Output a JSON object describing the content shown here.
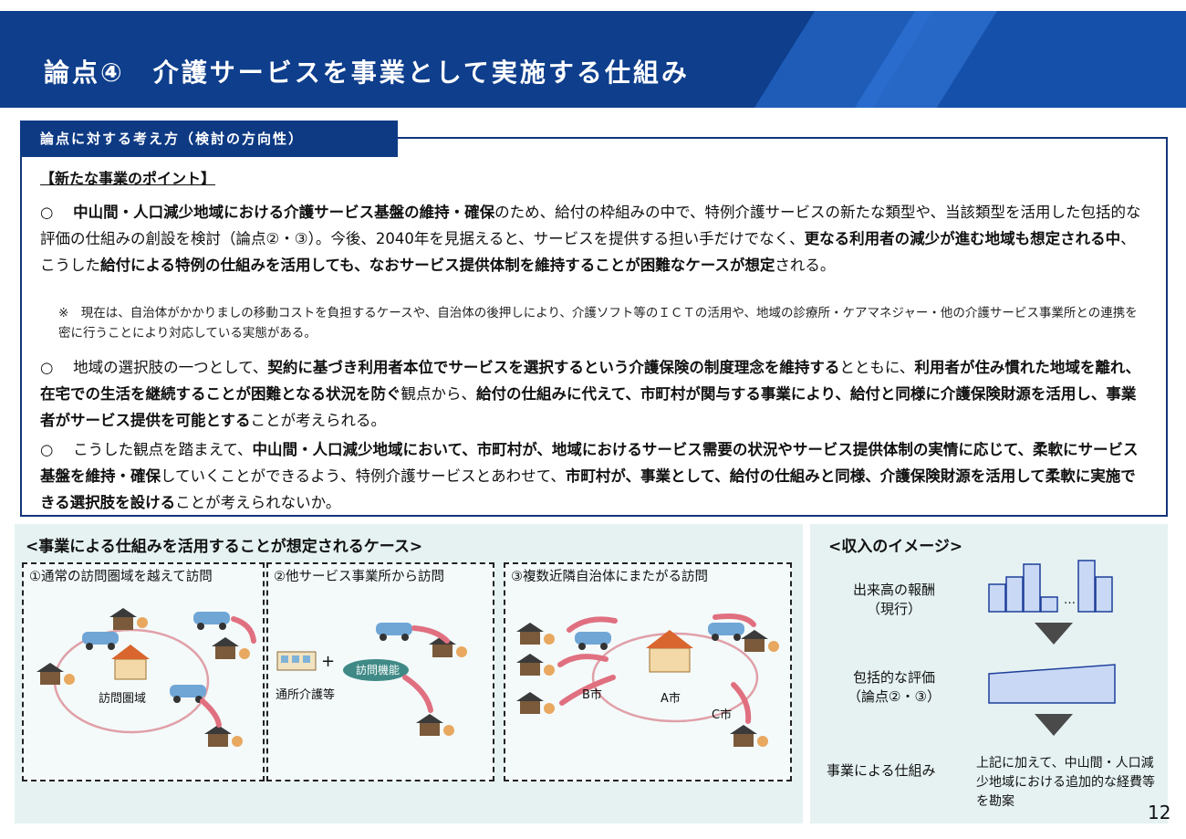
{
  "header": {
    "title": "論点④　介護サービスを事業として実施する仕組み"
  },
  "direction": {
    "tab_label": "論点に対する考え方（検討の方向性）",
    "point_heading": "【新たな事業のポイント】",
    "p1": {
      "bullet": "○",
      "t1": "中山間・人口減少地域における介護サービス基盤の維持・確保",
      "t2": "のため、給付の枠組みの中で、特例介護サービスの新たな類型や、当該類型を活用した包括的な評価の仕組みの創設を検討（論点②・③）。今後、2040年を見据えると、サービスを提供する担い手だけでなく、",
      "t3": "更なる利用者の減少が進む地域も想定される中",
      "t4": "、こうした",
      "t5": "給付による特例の仕組みを活用しても、なおサービス提供体制を維持することが困難なケースが想定",
      "t6": "される。"
    },
    "note": "※　現在は、自治体がかかりましの移動コストを負担するケースや、自治体の後押しにより、介護ソフト等のＩＣＴの活用や、地域の診療所・ケアマネジャー・他の介護サービス事業所との連携を密に行うことにより対応している実態がある。",
    "p2": {
      "bullet": "○",
      "t1": "地域の選択肢の一つとして、",
      "t2": "契約に基づき利用者本位でサービスを選択するという介護保険の制度理念を維持する",
      "t3": "とともに、",
      "t4": "利用者が住み慣れた地域を離れ、在宅での生活を継続することが困難となる状況を防ぐ",
      "t5": "観点から、",
      "t6": "給付の仕組みに代えて、市町村が関与する事業により、給付と同様に介護保険財源を活用し、事業者がサービス提供を可能とする",
      "t7": "ことが考えられる。"
    },
    "p3": {
      "bullet": "○",
      "t1": "こうした観点を踏まえて、",
      "t2": "中山間・人口減少地域において、市町村が、地域におけるサービス需要の状況やサービス提供体制の実情に応じて、柔軟にサービス基盤を維持・確保",
      "t3": "していくことができるよう、特例介護サービスとあわせて、",
      "t4": "市町村が、事業として、給付の仕組みと同様、介護保険財源を活用して柔軟に実施できる選択肢を設ける",
      "t5": "ことが考えられないか。"
    }
  },
  "cases": {
    "title": "<事業による仕組みを活用することが想定されるケース>",
    "case1": {
      "label": "①通常の訪問圏域を越えて訪問",
      "area_label": "訪問圏域"
    },
    "case2": {
      "label": "②他サービス事業所から訪問",
      "plus": "+",
      "facility_label": "通所介護等",
      "badge": "訪問機能"
    },
    "case3": {
      "label": "③複数近隣自治体にまたがる訪問",
      "city_a": "A市",
      "city_b": "B市",
      "city_c": "C市"
    }
  },
  "income": {
    "title": "<収入のイメージ>",
    "row1_label": "出来高の報酬\n（現行）",
    "row1_dots": "…",
    "row2_label": "包括的な評価\n（論点②・③）",
    "row3_label": "事業による仕組み",
    "row3_desc": "上記に加えて、中山間・人口減少地域における追加的な経費等を勘案"
  },
  "page_number": "12",
  "colors": {
    "header_blue": "#0e3e8c",
    "panel_bg": "#e6f2f2",
    "bar_fill": "#c9d8f5",
    "bar_stroke": "#1d3f9a"
  }
}
